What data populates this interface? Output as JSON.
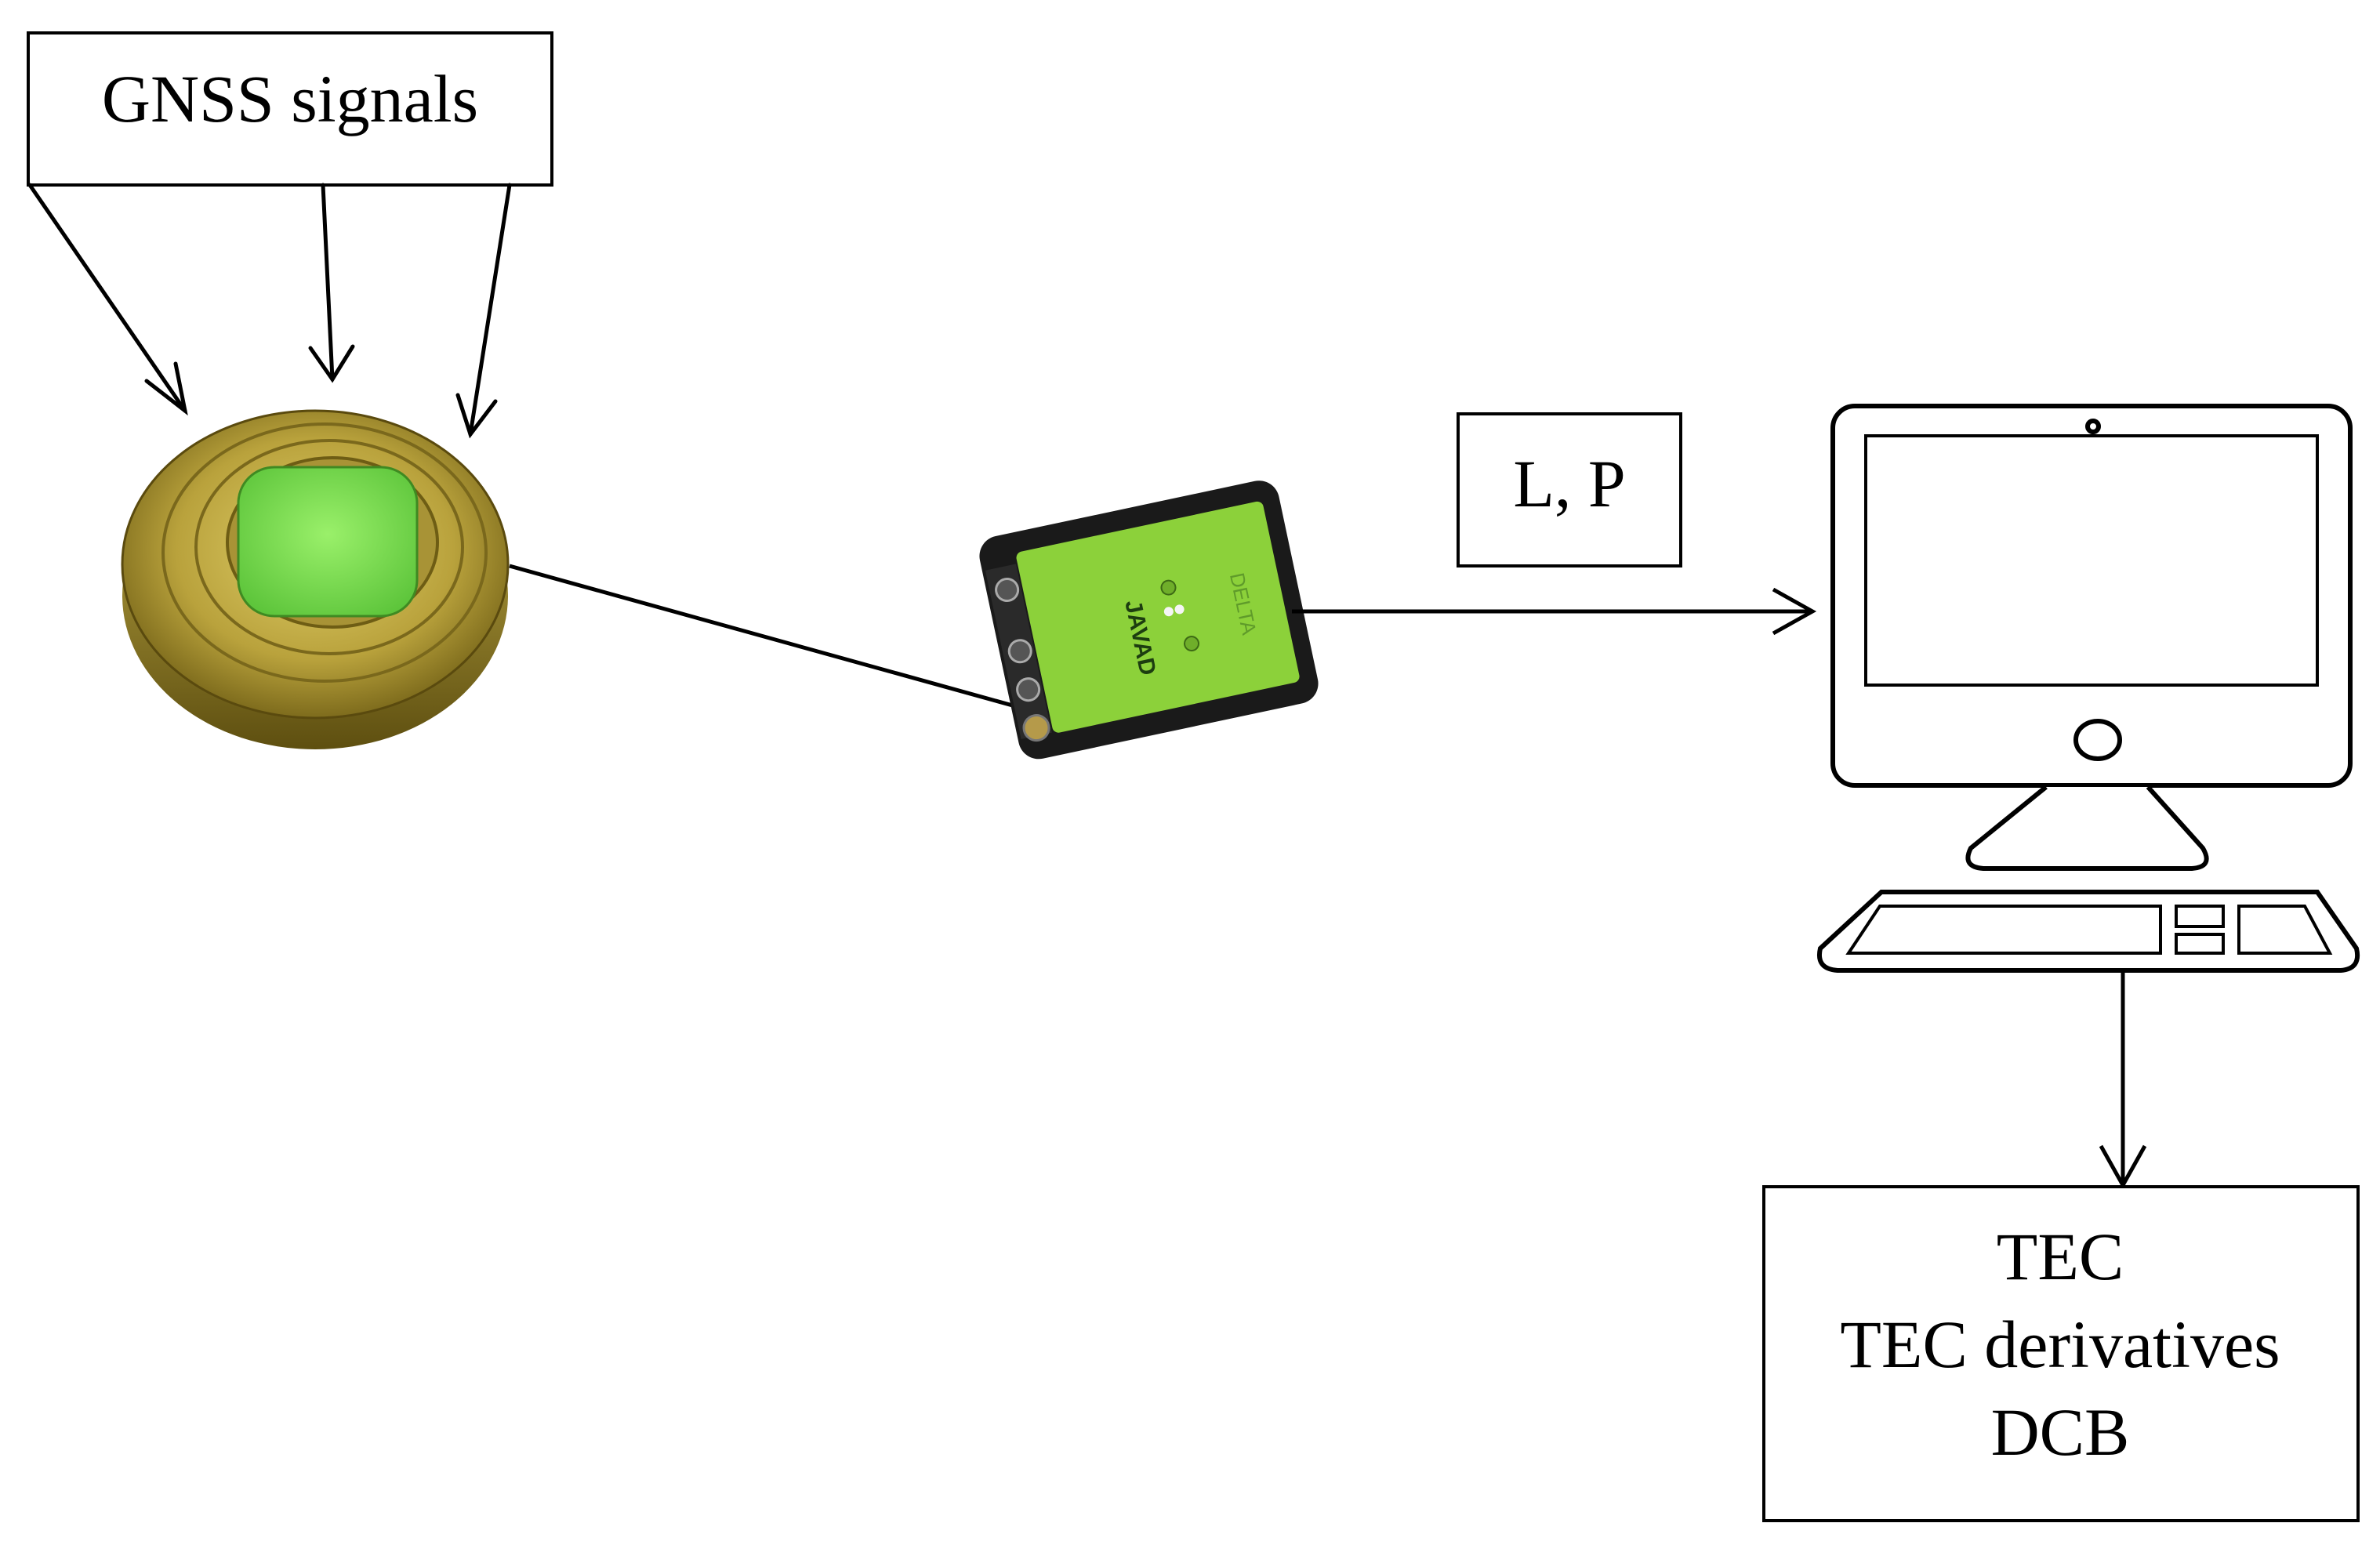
{
  "labels": {
    "gnss": "GNSS signals",
    "observables": "L, P",
    "outputs": [
      "TEC",
      "TEC derivatives",
      "DCB"
    ]
  },
  "receiver": {
    "brand_text": "JAVAD",
    "model_text": "DELTA"
  },
  "colors": {
    "antenna_gold": "#b8a640",
    "antenna_green": "#7ed957",
    "receiver_green": "#8cd13a",
    "receiver_body": "#1a1a1a",
    "stroke": "#000000"
  },
  "icons": {
    "antenna": "choke-ring-antenna-icon",
    "receiver": "gnss-receiver-icon",
    "computer": "desktop-computer-icon"
  }
}
